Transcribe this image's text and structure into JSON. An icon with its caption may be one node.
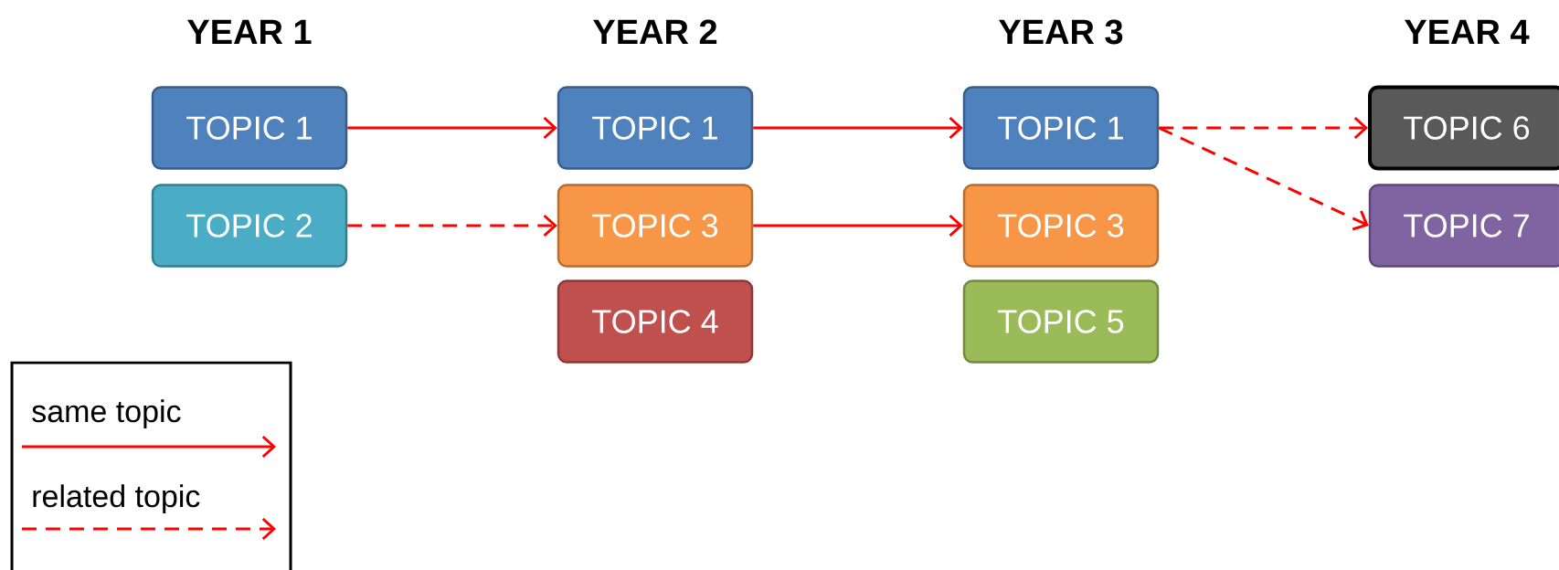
{
  "diagram": {
    "nodes": [
      {
        "text": [
          "TOPIC 1"
        ]
      },
      {
        "text": [
          "TOPIC 2"
        ]
      },
      {
        "text": [
          "TOPIC 1"
        ]
      },
      {
        "text": [
          "TOPIC 3"
        ]
      },
      {
        "text": [
          "TOPIC 4"
        ]
      },
      {
        "text": [
          "TOPIC 1"
        ]
      },
      {
        "text": [
          "TOPIC 3"
        ]
      },
      {
        "text": [
          "TOPIC 5"
        ]
      },
      {
        "text": [
          "TOPIC 6"
        ]
      },
      {
        "text": [
          "TOPIC 7"
        ]
      }
    ],
    "edges": [
      {
        "from": 0,
        "to": 2,
        "arrow": "to"
      },
      {
        "from": 1,
        "to": 3,
        "arrow": "to",
        "style": "dashed"
      },
      {
        "from": 2,
        "to": 5,
        "arrow": "to"
      },
      {
        "from": 3,
        "to": 6,
        "arrow": "to"
      },
      {
        "from": 5,
        "to": 8,
        "arrow": "to",
        "style": "dashed"
      },
      {
        "from": 5,
        "to": 9,
        "arrow": "to",
        "style": "dashed"
      }
    ],
    "labels": [
      "YEAR 1",
      "YEAR 2",
      "YEAR 3",
      "YEAR 4"
    ],
    "legend": [
      {
        "text": "same topic"
      },
      {
        "text": "related topic"
      }
    ]
  }
}
